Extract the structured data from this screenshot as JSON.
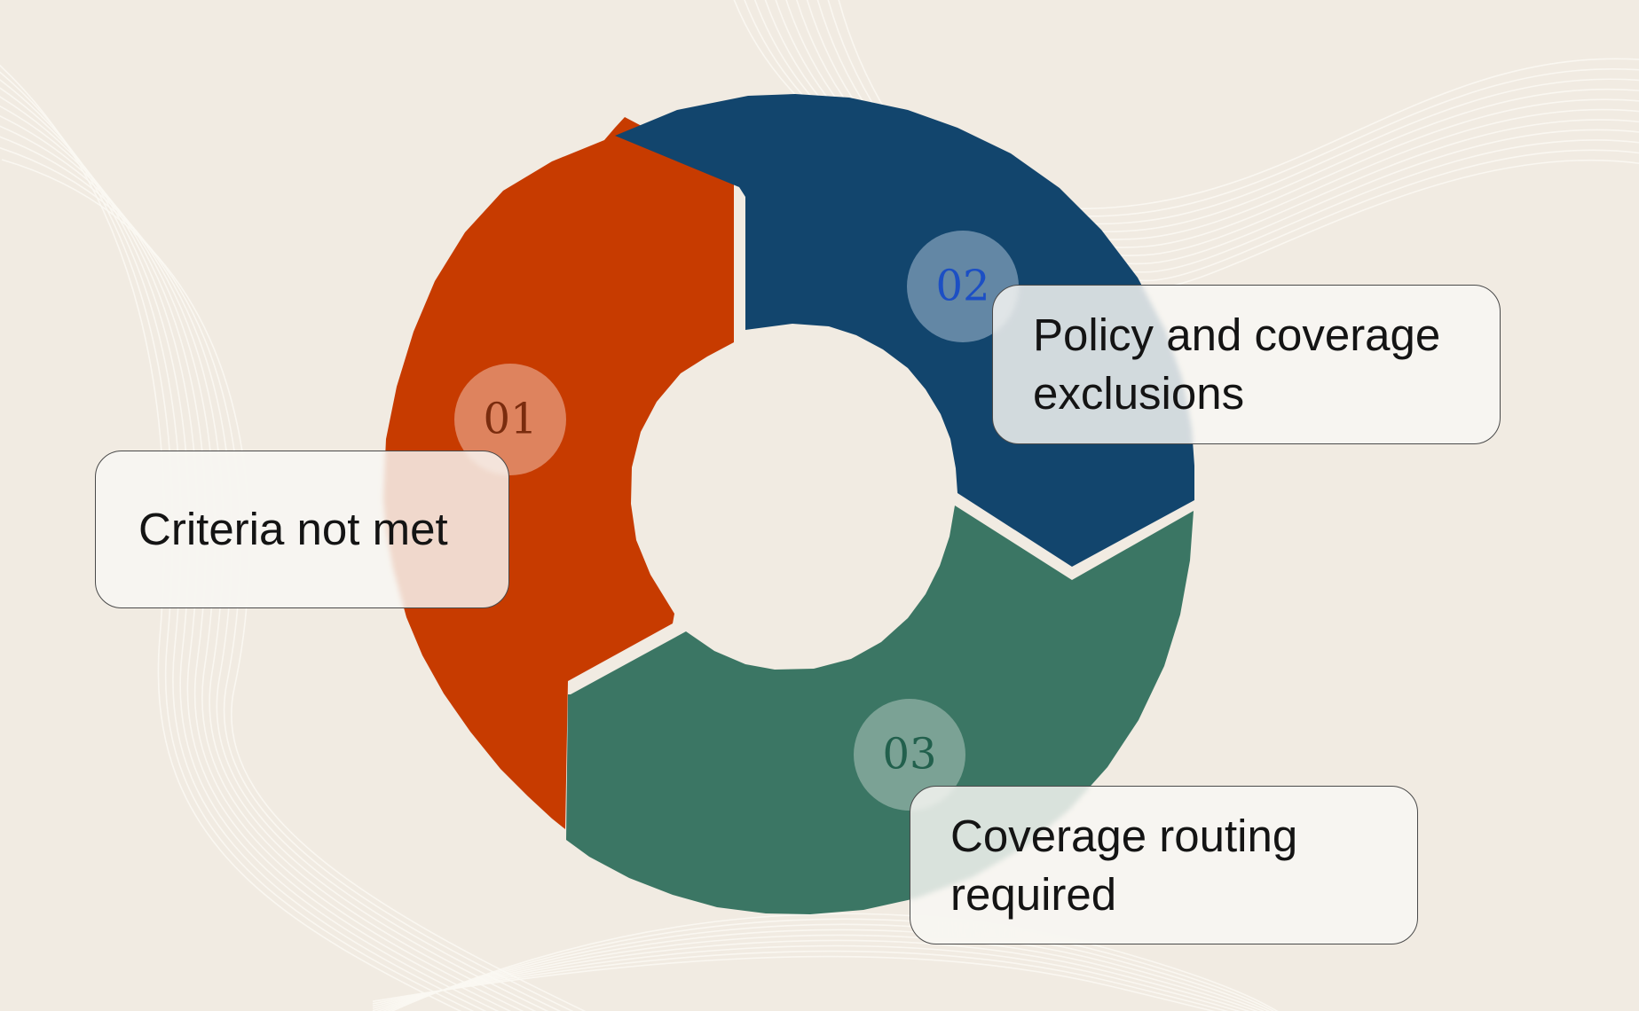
{
  "segments": [
    {
      "number": "01",
      "label": "Criteria not met",
      "color": "#c73b00",
      "badge_fill": "#df8a66",
      "number_color": "#7a2c0e"
    },
    {
      "number": "02",
      "label": "Policy and coverage exclusions",
      "color": "#12456d",
      "badge_fill": "#6a8daa",
      "number_color": "#1c4fc4"
    },
    {
      "number": "03",
      "label": "Coverage routing required",
      "color": "#3b7664",
      "badge_fill": "#81a699",
      "number_color": "#22604d"
    }
  ],
  "colors": {
    "background": "#f1ebe2",
    "deco_lines": "#fbf8f3"
  }
}
